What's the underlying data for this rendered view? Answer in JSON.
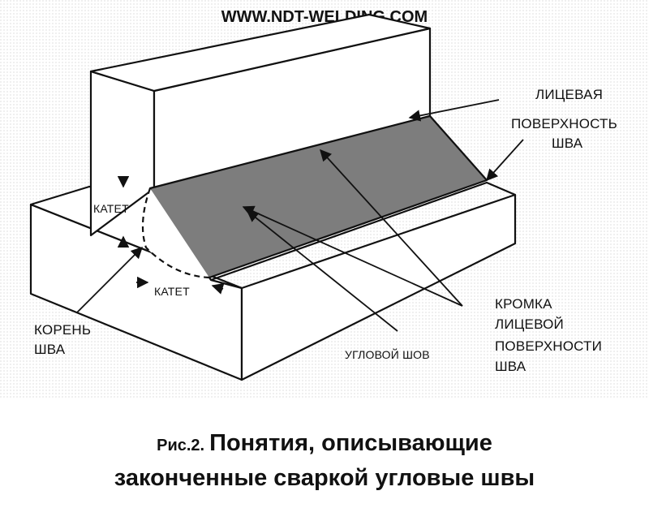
{
  "header": {
    "site": "WWW.NDT-WELDING.COM"
  },
  "labels": {
    "face_surface": [
      "ЛИЦЕВАЯ",
      "ПОВЕРХНОСТЬ",
      "ШВА"
    ],
    "leg_vertical": "КАТЕТ",
    "leg_horizontal": "КАТЕТ",
    "root": [
      "КОРЕНЬ",
      "ШВА"
    ],
    "fillet_weld": "УГЛОВОЙ ШОВ",
    "face_edge": [
      "КРОМКА",
      "ЛИЦЕВОЙ",
      "ПОВЕРХНОСТИ",
      "ШВА"
    ]
  },
  "caption": {
    "figure_number": "Рис.2.",
    "line1": "Понятия, описывающие",
    "line2": "законченные сваркой угловые швы"
  },
  "colors": {
    "weld_fill": "#7d7d7d",
    "line": "#111111",
    "background": "#ffffff"
  }
}
